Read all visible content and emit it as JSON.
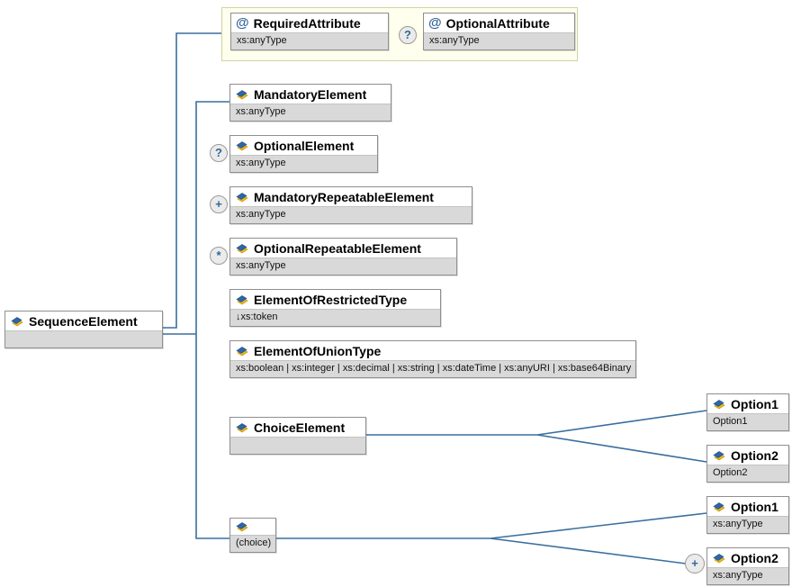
{
  "nodes": {
    "root": {
      "name": "SequenceElement"
    },
    "required_attribute": {
      "name": "RequiredAttribute",
      "type": "xs:anyType"
    },
    "optional_attribute": {
      "name": "OptionalAttribute",
      "type": "xs:anyType",
      "badge": "?"
    },
    "mandatory_element": {
      "name": "MandatoryElement",
      "type": "xs:anyType"
    },
    "optional_element": {
      "name": "OptionalElement",
      "type": "xs:anyType",
      "badge": "?"
    },
    "mandatory_repeatable_element": {
      "name": "MandatoryRepeatableElement",
      "type": "xs:anyType",
      "badge": "+"
    },
    "optional_repeatable_element": {
      "name": "OptionalRepeatableElement",
      "type": "xs:anyType",
      "badge": "*"
    },
    "element_of_restricted_type": {
      "name": "ElementOfRestrictedType",
      "type": "↓xs:token"
    },
    "element_of_union_type": {
      "name": "ElementOfUnionType",
      "type": "xs:boolean | xs:integer | xs:decimal | xs:string | xs:dateTime | xs:anyURI | xs:base64Binary"
    },
    "choice_element": {
      "name": "ChoiceElement"
    },
    "choice_group": {
      "label": "(choice)"
    },
    "choice_option1": {
      "name": "Option1",
      "type": "Option1"
    },
    "choice_option2": {
      "name": "Option2",
      "type": "Option2"
    },
    "group_option1": {
      "name": "Option1",
      "type": "xs:anyType"
    },
    "group_option2": {
      "name": "Option2",
      "type": "xs:anyType",
      "badge": "+"
    }
  },
  "icons": {
    "attribute_glyph": "@"
  },
  "colors": {
    "connector": "#3a6f9f",
    "box_border": "#8f8f8f",
    "type_row_bg": "#d9d9d9",
    "attr_group_bg": "#ffffee",
    "attr_group_border": "#d2d2a0",
    "badge_text": "#336699"
  }
}
